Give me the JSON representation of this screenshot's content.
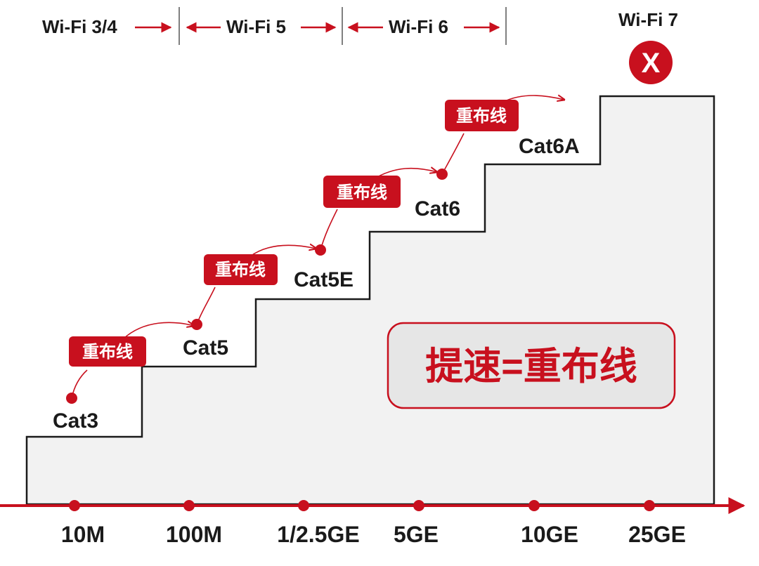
{
  "colors": {
    "accent": "#c8101e",
    "stair_fill": "#f2f2f2",
    "stair_stroke": "#1a1a1a",
    "text": "#1a1a1a",
    "banner_fill": "#e6e6e6"
  },
  "wifi_generations": [
    {
      "label": "Wi-Fi 3/4"
    },
    {
      "label": "Wi-Fi 5"
    },
    {
      "label": "Wi-Fi 6"
    },
    {
      "label": "Wi-Fi 7"
    }
  ],
  "wifi7_icon": "x-circle-icon",
  "wifi7_icon_text": "X",
  "cables": [
    {
      "label": "Cat3"
    },
    {
      "label": "Cat5"
    },
    {
      "label": "Cat5E"
    },
    {
      "label": "Cat6"
    },
    {
      "label": "Cat6A"
    }
  ],
  "rewire_tags": [
    {
      "label": "重布线"
    },
    {
      "label": "重布线"
    },
    {
      "label": "重布线"
    },
    {
      "label": "重布线"
    }
  ],
  "speeds": [
    {
      "label": "10M"
    },
    {
      "label": "100M"
    },
    {
      "label": "1/2.5GE"
    },
    {
      "label": "5GE"
    },
    {
      "label": "10GE"
    },
    {
      "label": "25GE"
    }
  ],
  "banner": {
    "text": "提速=重布线"
  }
}
